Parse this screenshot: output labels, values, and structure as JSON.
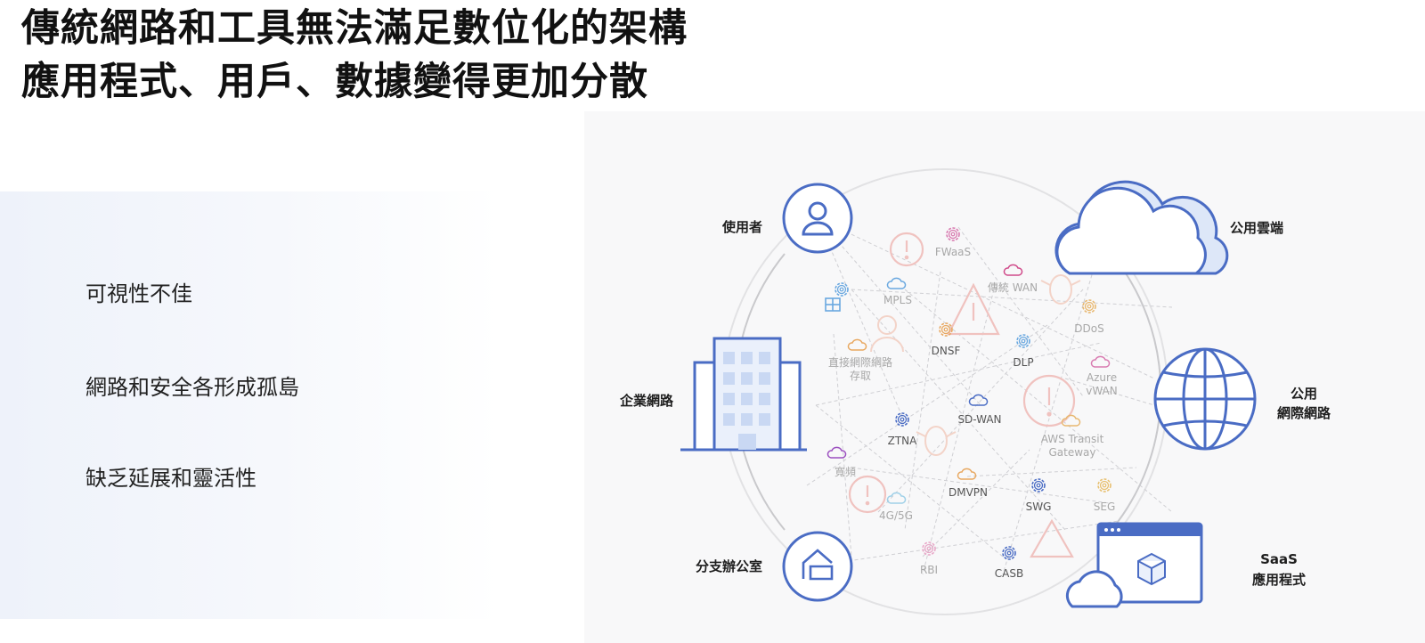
{
  "title": {
    "line1": "傳統網路和工具無法滿足數位化的架構",
    "line2": "應用程式、用戶、數據變得更加分散"
  },
  "issues": [
    "可視性不佳",
    "網路和安全各形成孤島",
    "缺乏延展和靈活性"
  ],
  "diagram": {
    "nodes": {
      "user": "使用者",
      "public_cloud": "公用雲端",
      "enterprise_line": "企業網路",
      "public_internet_line1": "公用",
      "public_internet_line2": "網際網路",
      "branch": "分支辦公室",
      "saas_line1": "SaaS",
      "saas_line2": "應用程式"
    },
    "tools": {
      "fwaas": "FWaaS",
      "mpls": "MPLS",
      "legacy_wan": "傳統 WAN",
      "ddos": "DDoS",
      "dnsf": "DNSF",
      "dlp": "DLP",
      "direct_line1": "直接網際網路",
      "direct_line2": "存取",
      "azure_line1": "Azure",
      "azure_line2": "vWAN",
      "sdwan": "SD-WAN",
      "ztna": "ZTNA",
      "aws_line1": "AWS Transit",
      "aws_line2": "Gateway",
      "broadband": "寬頻",
      "dmvpn": "DMVPN",
      "swg": "SWG",
      "seg": "SEG",
      "cellular": "4G/5G",
      "rbi": "RBI",
      "casb": "CASB"
    },
    "colors": {
      "node_blue": "#4a6cc4",
      "node_fill": "#eaf0fb",
      "warning_red": "#f0b8b4",
      "pink": "#d04a8a",
      "orange": "#e8a860"
    }
  }
}
